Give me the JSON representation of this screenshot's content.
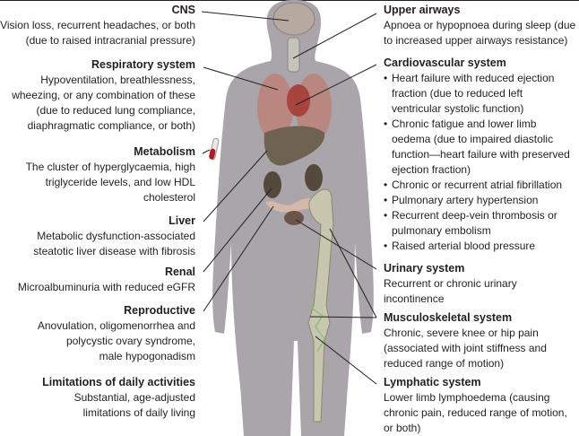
{
  "left": [
    {
      "heading": "CNS",
      "lines": [
        "Vision loss, recurrent headaches, or both",
        "(due to raised intracranial pressure)"
      ]
    },
    {
      "heading": "Respiratory system",
      "lines": [
        "Hypoventilation, breathlessness,",
        "wheezing, or any combination of these",
        "(due to reduced lung compliance,",
        "diaphragmatic compliance, or both)"
      ]
    },
    {
      "heading": "Metabolism",
      "lines": [
        "The cluster of hyperglycaemia, high",
        "triglyceride levels, and low HDL",
        "cholesterol"
      ]
    },
    {
      "heading": "Liver",
      "lines": [
        "Metabolic dysfunction-associated",
        "steatotic liver disease with fibrosis"
      ]
    },
    {
      "heading": "Renal",
      "lines": [
        "Microalbuminuria with reduced eGFR"
      ]
    },
    {
      "heading": "Reproductive",
      "lines": [
        "Anovulation, oligomenorrhea and",
        "polycystic ovary syndrome,",
        "male hypogonadism"
      ]
    },
    {
      "heading": "Limitations of daily activities",
      "lines": [
        "Substantial, age-adjusted",
        "limitations of daily living"
      ]
    }
  ],
  "right": [
    {
      "heading": "Upper airways",
      "lines": [
        "Apnoea or hypopnoea during sleep (due",
        "to increased upper airways resistance)"
      ]
    },
    {
      "heading": "Cardiovascular system",
      "bullets": [
        [
          "Heart failure with reduced ejection",
          "fraction (due to reduced left",
          "ventricular systolic function)"
        ],
        [
          "Chronic fatigue and lower limb",
          "oedema (due to impaired diastolic",
          "function—heart failure with preserved",
          "ejection fraction)"
        ],
        [
          "Chronic or recurrent atrial fibrillation"
        ],
        [
          "Pulmonary artery hypertension"
        ],
        [
          "Recurrent deep-vein thrombosis or",
          "pulmonary embolism"
        ],
        [
          "Raised arterial blood pressure"
        ]
      ]
    },
    {
      "heading": "Urinary system",
      "lines": [
        "Recurrent or chronic urinary",
        "incontinence"
      ]
    },
    {
      "heading": "Musculoskeletal system",
      "lines": [
        "Chronic, severe knee or hip pain",
        "(associated with joint stiffness and",
        "reduced range of motion)"
      ]
    },
    {
      "heading": "Lymphatic system",
      "lines": [
        "Lower limb lymphoedema (causing",
        "chronic pain, reduced range of motion,",
        "or both)"
      ]
    }
  ],
  "colors": {
    "silhouette": "#a9a5aa",
    "lung": "#b98780",
    "heart": "#a8443e",
    "liver": "#6f6253",
    "kidney": "#55493e",
    "bone": "#c9c6b0",
    "blood": "#b01c20"
  }
}
